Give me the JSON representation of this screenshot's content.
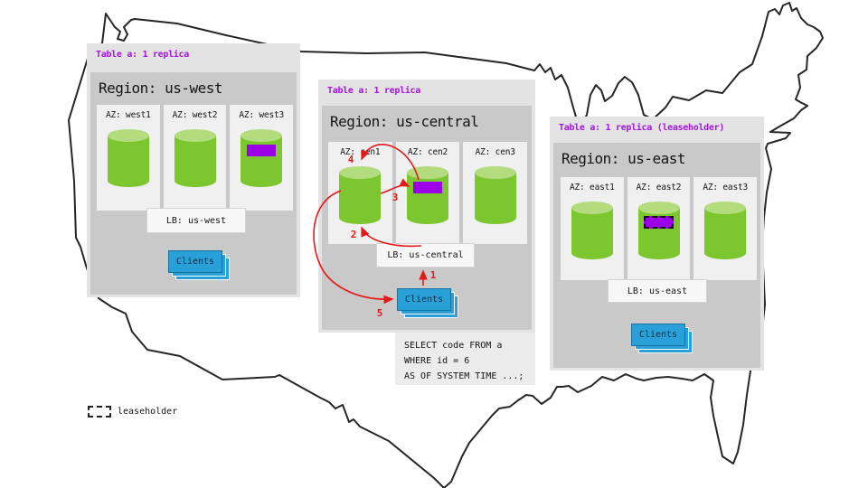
{
  "regions": [
    {
      "table_label": "Table a: 1 replica",
      "region_label": "Region: us-west",
      "azs": [
        {
          "label": "AZ: west1",
          "band": "none"
        },
        {
          "label": "AZ: west2",
          "band": "none"
        },
        {
          "label": "AZ: west3",
          "band": "solid"
        }
      ],
      "lb_label": "LB: us-west",
      "clients_label": "Clients"
    },
    {
      "table_label": "Table a: 1 replica",
      "region_label": "Region: us-central",
      "azs": [
        {
          "label": "AZ: cen1",
          "band": "none"
        },
        {
          "label": "AZ: cen2",
          "band": "solid"
        },
        {
          "label": "AZ: cen3",
          "band": "none"
        }
      ],
      "lb_label": "LB: us-central",
      "clients_label": "Clients"
    },
    {
      "table_label": "Table a: 1 replica (leaseholder)",
      "region_label": "Region: us-east",
      "azs": [
        {
          "label": "AZ: east1",
          "band": "none"
        },
        {
          "label": "AZ: east2",
          "band": "leaseholder"
        },
        {
          "label": "AZ: east3",
          "band": "none"
        }
      ],
      "lb_label": "LB: us-east",
      "clients_label": "Clients"
    }
  ],
  "query": {
    "lines": [
      "SELECT code FROM a",
      "WHERE id = 6",
      "AS OF SYSTEM TIME ...;"
    ]
  },
  "legend": {
    "label": "leaseholder"
  },
  "flow_steps": [
    "1",
    "2",
    "3",
    "4",
    "5"
  ],
  "colors": {
    "replica_green": "#7cc72f",
    "replica_green_top": "#b3dc7f",
    "range_purple": "#9b00e8",
    "title_purple": "#a514dd",
    "clients_blue": "#2aa0d8",
    "arrow_red": "#e51919"
  }
}
